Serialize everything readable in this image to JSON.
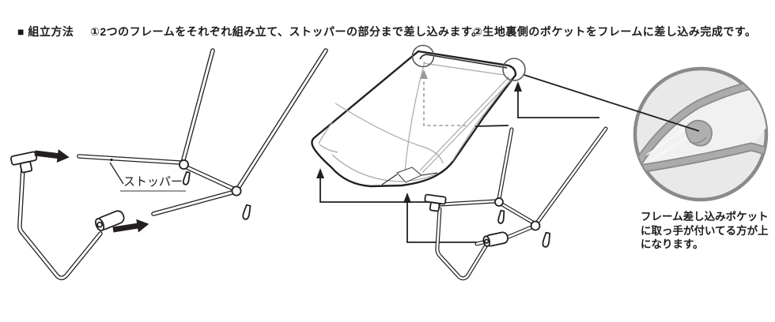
{
  "instructions": {
    "heading": "■ 組立方法",
    "step1": "①2つのフレームをそれぞれ組み立て、ストッパーの部分まで差し込みます。",
    "step2": "②生地裏側のポケットをフレームに差し込み完成です。"
  },
  "diagram": {
    "stopper_label": "ストッパー",
    "pocket_note_lines": [
      "フレーム差し込みポケット",
      "に取っ手が付いてる方が上",
      "になります。"
    ]
  },
  "colors": {
    "line": "#231f20",
    "gray_line": "#9a9a9a",
    "magnifier_border": "#8a8a8a",
    "magnifier_fill": "#e9e9e9",
    "band": "#a8a8a8"
  }
}
